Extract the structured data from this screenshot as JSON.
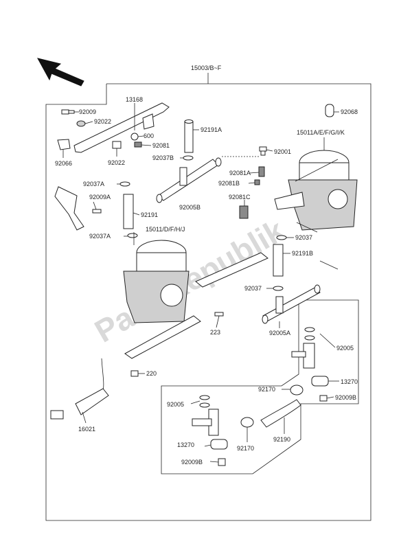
{
  "diagram": {
    "watermark": "PartsRepublik",
    "labels": {
      "assy_main": "15003/B~F",
      "p13168": "13168",
      "p92009_a": "92009",
      "p92022_a": "92022",
      "p600": "600",
      "p92081": "92081",
      "p92022_b": "92022",
      "p92066": "92066",
      "p92191A": "92191A",
      "p92037B": "92037B",
      "p92068": "92068",
      "p15011_right": "15011A/E/F/G/I/K",
      "p92001": "92001",
      "p92081A": "92081A",
      "p92081B": "92081B",
      "p92037A_1": "92037A",
      "p92009A": "92009A",
      "p92005B": "92005B",
      "p92081C": "92081C",
      "p92191": "92191",
      "p92037A_2": "92037A",
      "p15011_left": "15011/D/F/H/J",
      "p92037_a": "92037",
      "p92191B": "92191B",
      "p92037_b": "92037",
      "p223": "223",
      "p92005A": "92005A",
      "p92005_a": "92005",
      "p220": "220",
      "p13270_a": "13270",
      "p92170_a": "92170",
      "p92009B_a": "92009B",
      "p92005_b": "92005",
      "p92190": "92190",
      "p13270_b": "13270",
      "p92170_b": "92170",
      "p92009B_b": "92009B",
      "p16021": "16021"
    }
  }
}
